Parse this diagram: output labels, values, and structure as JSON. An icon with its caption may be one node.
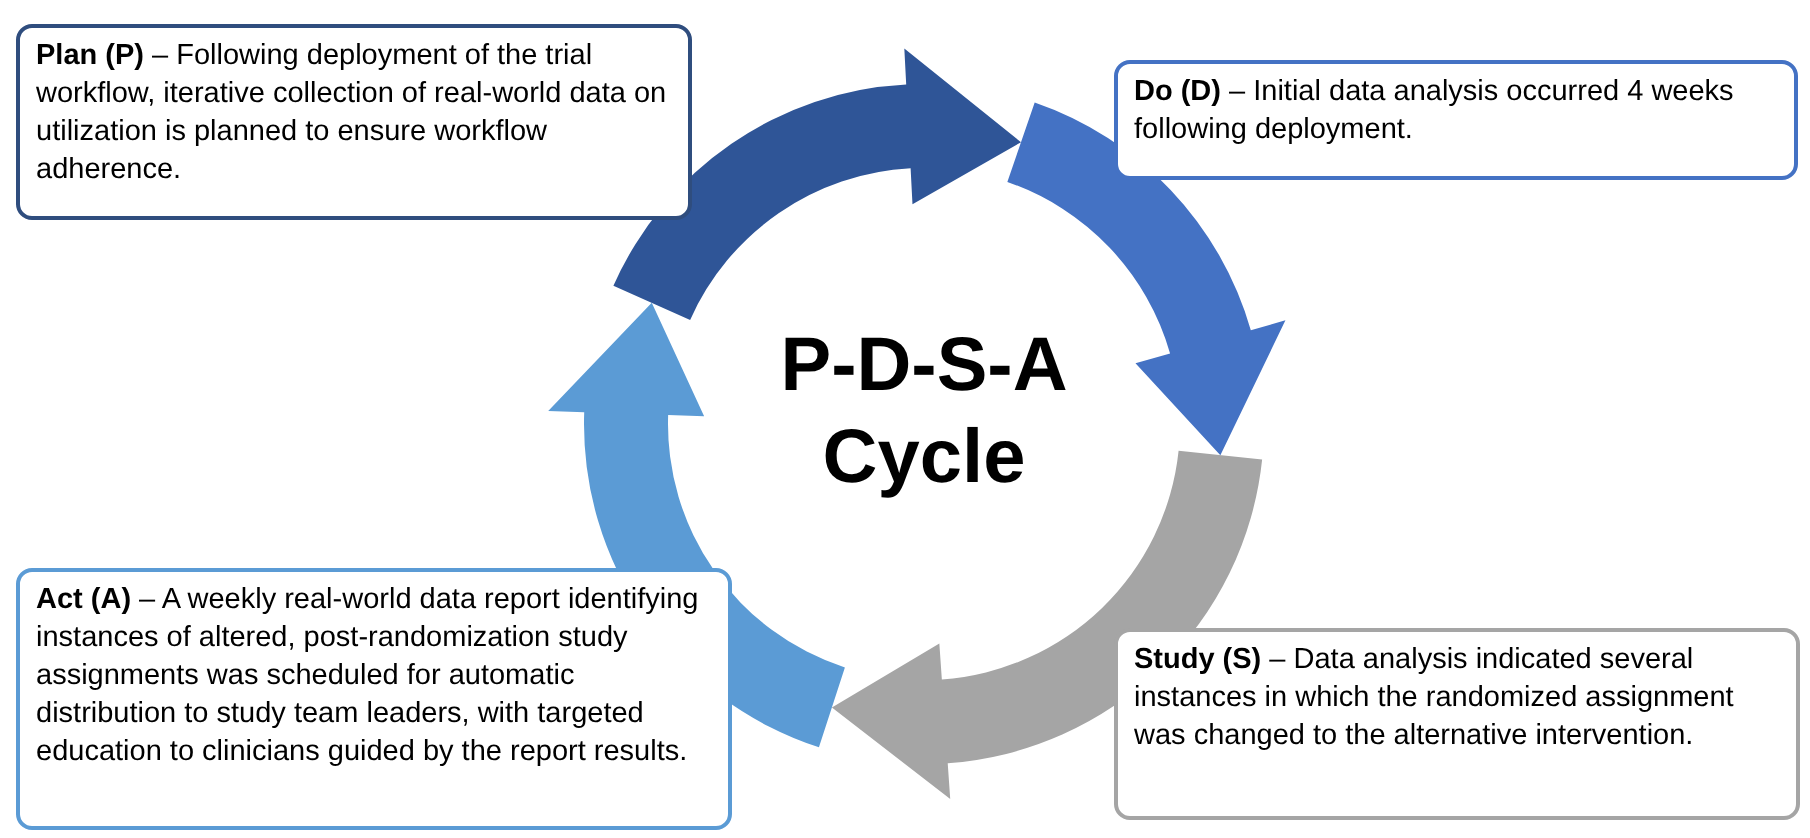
{
  "diagram": {
    "nodes": [
      {
        "text": [
          "**Plan (P)** – Following deployment of the trial workflow, iterative collection of real-world data on utilization is planned to ensure workflow adherence."
        ]
      },
      {
        "text": [
          "**Do (D)** – Initial data analysis occurred 4 weeks following deployment."
        ]
      },
      {
        "text": [
          "**Act (A)** – A weekly real-world data report identifying instances of altered, post-randomization study assignments was scheduled for automatic distribution to study team leaders, with targeted education to clinicians guided by the report results."
        ]
      },
      {
        "text": [
          "**Study (S)** – Data analysis indicated several instances in which the randomized assignment was changed to the alternative intervention."
        ]
      }
    ],
    "labels": [
      "P-D-S-A Cycle"
    ]
  }
}
